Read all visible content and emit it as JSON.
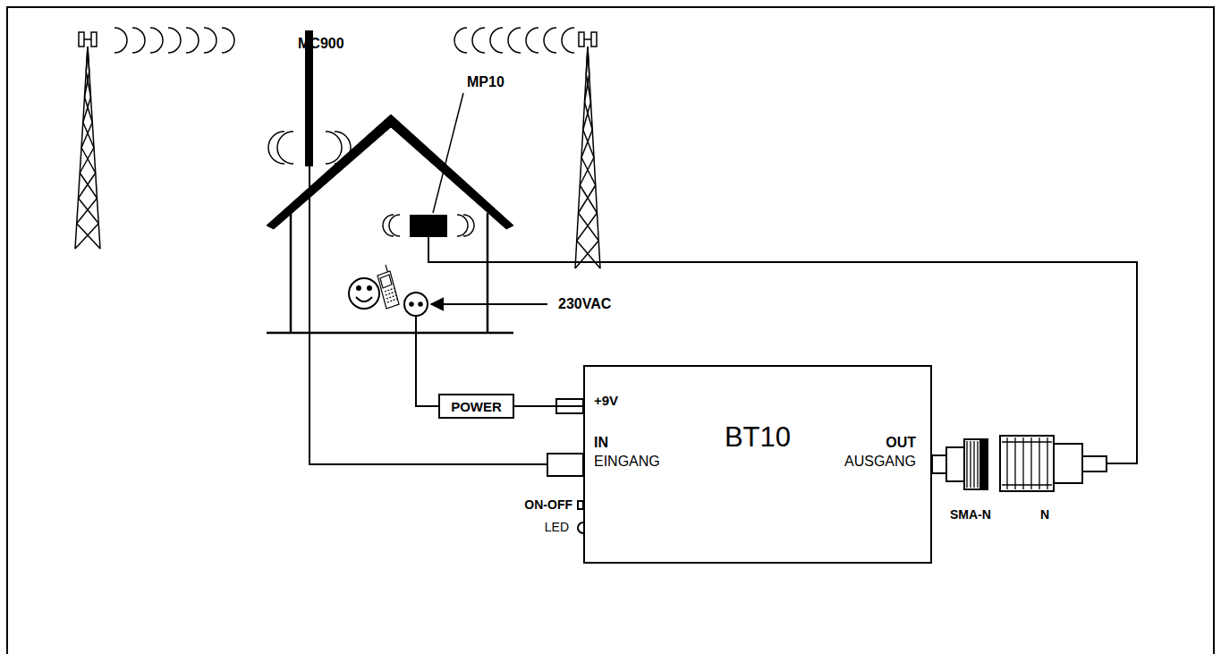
{
  "diagram": {
    "nodes": [
      {
        "text": [
          "POWER"
        ]
      },
      {
        "text": [
          "+9V",
          "IN",
          "EINGANG",
          "BT10",
          "OUT",
          "AUSGANG"
        ]
      }
    ],
    "edges": [
      {
        "from": 0,
        "to": 1,
        "arrow": "none"
      }
    ],
    "labels": [
      "MC900",
      "MP10",
      "230VAC",
      "ON-OFF",
      "LED",
      "SMA-N",
      "N"
    ]
  }
}
